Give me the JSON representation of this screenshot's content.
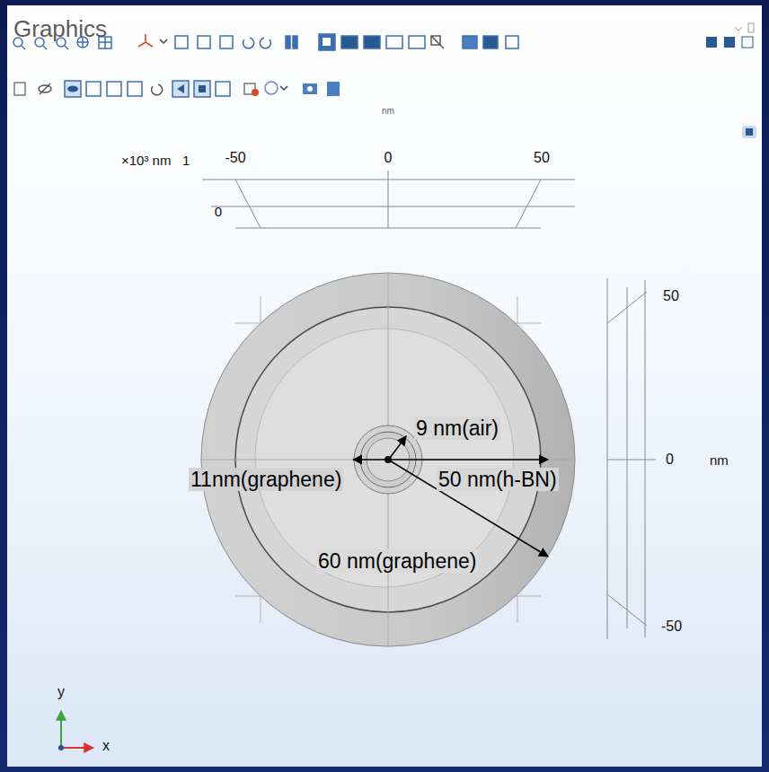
{
  "diagram": {
    "title": "Graphics",
    "labels": [
      "nm",
      "×10³ nm",
      "1",
      "-50",
      "0",
      "50",
      "0",
      "50",
      "0",
      "nm",
      "-50",
      "9 nm(air)",
      "11nm(graphene)",
      "50 nm(h-BN)",
      "60 nm(graphene)",
      "y",
      "x"
    ]
  }
}
